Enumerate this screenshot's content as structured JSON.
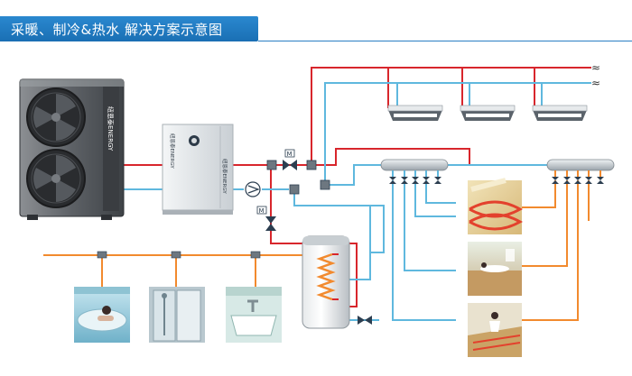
{
  "title": "采暖、制冷&热水 解决方案示意图",
  "outdoor_unit": {
    "brand_label": "纽恩泰ENERGY",
    "icon": "fan-icon"
  },
  "indoor_module": {
    "brand_label_left": "纽恩泰ENERGY",
    "brand_label_right": "纽恩泰ENERGY",
    "icon": "logo-badge-icon"
  },
  "valve_labels": {
    "motor_valve_top": "M",
    "motor_valve_bottom": "M"
  },
  "pipe_break_symbol": "≈",
  "colors": {
    "hot_supply": "#d8262c",
    "return": "#5fb8de",
    "hot_water": "#f28a2e",
    "valve": "#2c3e50"
  },
  "icons": [
    "fan-icon",
    "pump-icon",
    "valve-icon",
    "air-duct-unit-icon",
    "manifold-icon",
    "water-tank-icon",
    "coil-icon",
    "bathtub-photo",
    "shower-photo",
    "sink-photo",
    "floor-heating-photo",
    "living-room-photo",
    "person-on-floor-photo"
  ]
}
